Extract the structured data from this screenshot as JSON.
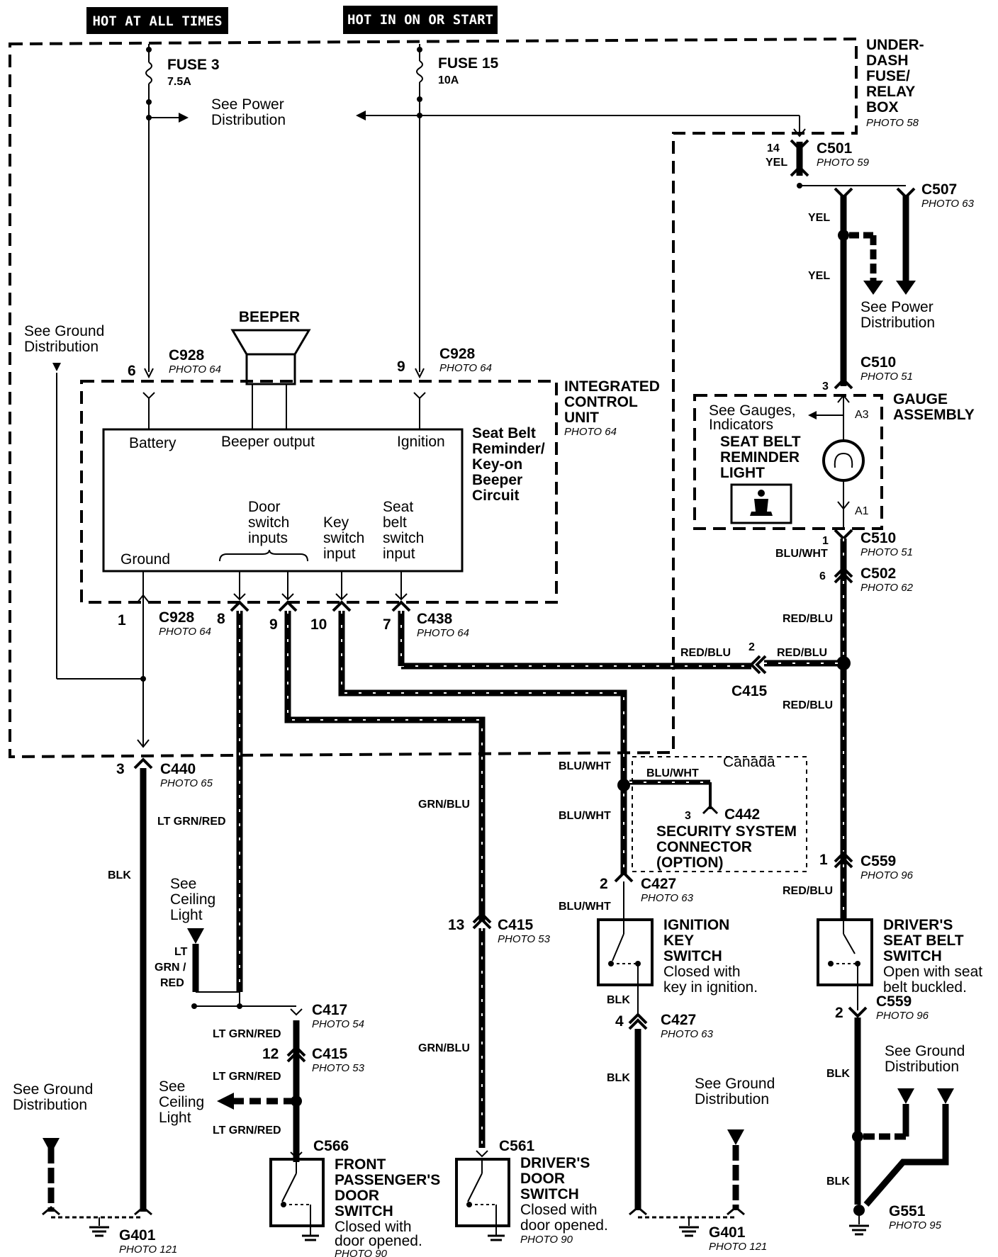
{
  "headers": {
    "hot_always": "HOT AT ALL TIMES",
    "hot_on_start": "HOT IN ON OR START"
  },
  "fuses": {
    "fuse3": {
      "name": "FUSE 3",
      "rating": "7.5A"
    },
    "fuse15": {
      "name": "FUSE 15",
      "rating": "10A"
    }
  },
  "fuse_box": {
    "line1": "UNDER-",
    "line2": "DASH",
    "line3": "FUSE/",
    "line4": "RELAY",
    "line5": "BOX",
    "photo": "PHOTO 58"
  },
  "refs": {
    "see_power_1a": "See Power",
    "see_power_1b": "Distribution",
    "see_power_2a": "See Power",
    "see_power_2b": "Distribution",
    "see_ground_1a": "See Ground",
    "see_ground_1b": "Distribution",
    "see_ground_2a": "See Ground",
    "see_ground_2b": "Distribution",
    "see_ground_3a": "See Ground",
    "see_ground_3b": "Distribution",
    "see_ground_4a": "See Ground",
    "see_ground_4b": "Distribution",
    "ceiling_1a": "See",
    "ceiling_1b": "Ceiling",
    "ceiling_1c": "Light",
    "ceiling_2a": "See",
    "ceiling_2b": "Ceiling",
    "ceiling_2c": "Light",
    "gauges_a": "See Gauges,",
    "gauges_b": "Indicators"
  },
  "beeper": {
    "name": "BEEPER"
  },
  "icu": {
    "name1": "INTEGRATED",
    "name2": "CONTROL",
    "name3": "UNIT",
    "photo": "PHOTO 64",
    "circuit1": "Seat Belt",
    "circuit2": "Reminder/",
    "circuit3": "Key-on",
    "circuit4": "Beeper",
    "circuit5": "Circuit",
    "battery": "Battery",
    "beeper_output": "Beeper output",
    "ignition": "Ignition",
    "ground": "Ground",
    "door1": "Door",
    "door2": "switch",
    "door3": "inputs",
    "key1": "Key",
    "key2": "switch",
    "key3": "input",
    "seat1": "Seat",
    "seat2": "belt",
    "seat3": "switch",
    "seat4": "input"
  },
  "gauge": {
    "name1": "GAUGE",
    "name2": "ASSEMBLY",
    "light1": "SEAT BELT",
    "light2": "REMINDER",
    "light3": "LIGHT",
    "pin_a3": "A3",
    "pin_a1": "A1"
  },
  "connectors": {
    "c928_a": "C928",
    "c928_a_photo": "PHOTO 64",
    "c928_a_pin": "6",
    "c928_b": "C928",
    "c928_b_photo": "PHOTO 64",
    "c928_b_pin": "9",
    "c928_c": "C928",
    "c928_c_photo": "PHOTO 64",
    "c928_c_pin": "1",
    "c928_c_pin2": "8",
    "c438": "C438",
    "c438_photo": "PHOTO 64",
    "c438_pin_9": "9",
    "c438_pin_10": "10",
    "c438_pin_7": "7",
    "c501": "C501",
    "c501_photo": "PHOTO 59",
    "c501_pin": "14",
    "c507": "C507",
    "c507_photo": "PHOTO 63",
    "c510_a": "C510",
    "c510_a_photo": "PHOTO 51",
    "c510_a_pin": "3",
    "c510_b": "C510",
    "c510_b_photo": "PHOTO 51",
    "c510_b_pin": "1",
    "c502": "C502",
    "c502_photo": "PHOTO 62",
    "c502_pin": "6",
    "c415_a": "C415",
    "c415_a_pin": "2",
    "c440": "C440",
    "c440_photo": "PHOTO 65",
    "c440_pin": "3",
    "c442": "C442",
    "c442_pin": "3",
    "c427_a": "C427",
    "c427_a_photo": "PHOTO 63",
    "c427_a_pin": "2",
    "c427_b": "C427",
    "c427_b_photo": "PHOTO 63",
    "c427_b_pin": "4",
    "c559_a": "C559",
    "c559_a_photo": "PHOTO 96",
    "c559_a_pin": "1",
    "c559_b": "C559",
    "c559_b_photo": "PHOTO 96",
    "c559_b_pin": "2",
    "c415_b": "C415",
    "c415_b_photo": "PHOTO 53",
    "c415_b_pin": "13",
    "c417": "C417",
    "c417_photo": "PHOTO 54",
    "c415_c": "C415",
    "c415_c_photo": "PHOTO 53",
    "c415_c_pin": "12",
    "c566": "C566",
    "c561": "C561"
  },
  "security": {
    "region": "Canada",
    "line1": "SECURITY SYSTEM",
    "line2": "CONNECTOR",
    "line3": "(OPTION)"
  },
  "switches": {
    "ignition": {
      "l1": "IGNITION",
      "l2": "KEY",
      "l3": "SWITCH",
      "d1": "Closed with",
      "d2": "key in ignition."
    },
    "seatbelt": {
      "l1": "DRIVER'S",
      "l2": "SEAT BELT",
      "l3": "SWITCH",
      "d1": "Open with seat",
      "d2": "belt buckled."
    },
    "front_door": {
      "l1": "FRONT",
      "l2": "PASSENGER'S",
      "l3": "DOOR",
      "l4": "SWITCH",
      "d1": "Closed with",
      "d2": "door opened.",
      "photo": "PHOTO 90"
    },
    "driver_door": {
      "l1": "DRIVER'S",
      "l2": "DOOR",
      "l3": "SWITCH",
      "d1": "Closed with",
      "d2": "door opened.",
      "photo": "PHOTO 90"
    }
  },
  "grounds": {
    "g401_a": "G401",
    "g401_a_photo": "PHOTO 121",
    "g401_b": "G401",
    "g401_b_photo": "PHOTO 121",
    "g551": "G551",
    "g551_photo": "PHOTO 95"
  },
  "wires": {
    "yel_1": "YEL",
    "yel_2": "YEL",
    "yel_3": "YEL",
    "blu_wht_1": "BLU/WHT",
    "blu_wht_2": "BLU/WHT",
    "blu_wht_3": "BLU/WHT",
    "blu_wht_4": "BLU/WHT",
    "blu_wht_5": "BLU/WHT",
    "red_blu_1": "RED/BLU",
    "red_blu_2": "RED/BLU",
    "red_blu_3": "RED/BLU",
    "red_blu_4": "RED/BLU",
    "red_blu_5": "RED/BLU",
    "blk_1": "BLK",
    "blk_2": "BLK",
    "blk_3": "BLK",
    "blk_4": "BLK",
    "blk_5": "BLK",
    "grn_blu_1": "GRN/BLU",
    "grn_blu_2": "GRN/BLU",
    "lt_grn_red_1": "LT GRN/RED",
    "lt_grn_red_2": "LT GRN/RED",
    "lt_grn_red_3": "LT GRN/RED",
    "lt_grn_red_4": "LT GRN/RED",
    "lt_1": "LT",
    "lt_2": "GRN /",
    "lt_3": "RED"
  }
}
